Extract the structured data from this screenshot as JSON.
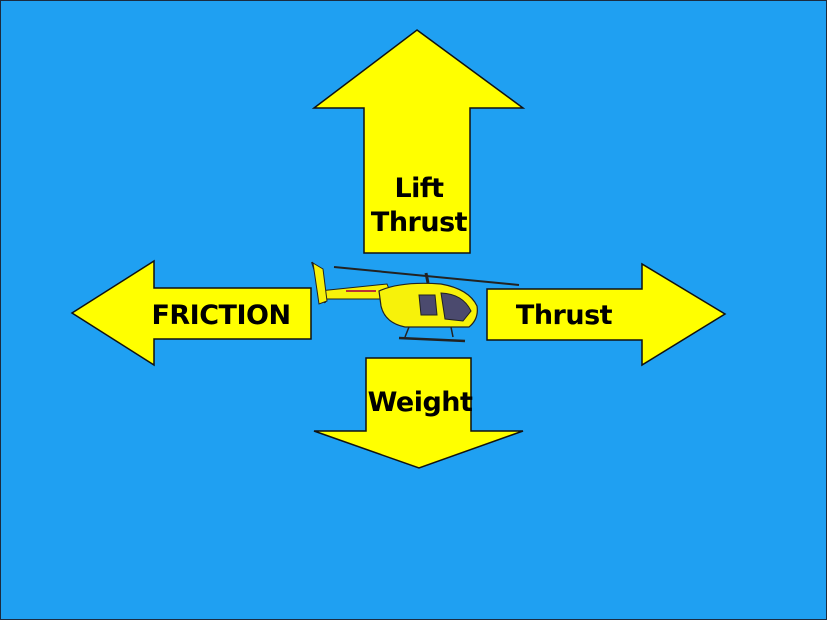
{
  "colors": {
    "background": "#1fa0f2",
    "arrow_fill": "#ffff00",
    "arrow_stroke": "#111111",
    "label_text": "#000000"
  },
  "arrows": {
    "up": {
      "label_line1": "Lift",
      "label_line2": "Thrust"
    },
    "left": {
      "label": "FRICTION"
    },
    "right": {
      "label": "Thrust"
    },
    "down": {
      "label": "Weight"
    }
  },
  "helicopter": {
    "icon": "helicopter-icon"
  }
}
